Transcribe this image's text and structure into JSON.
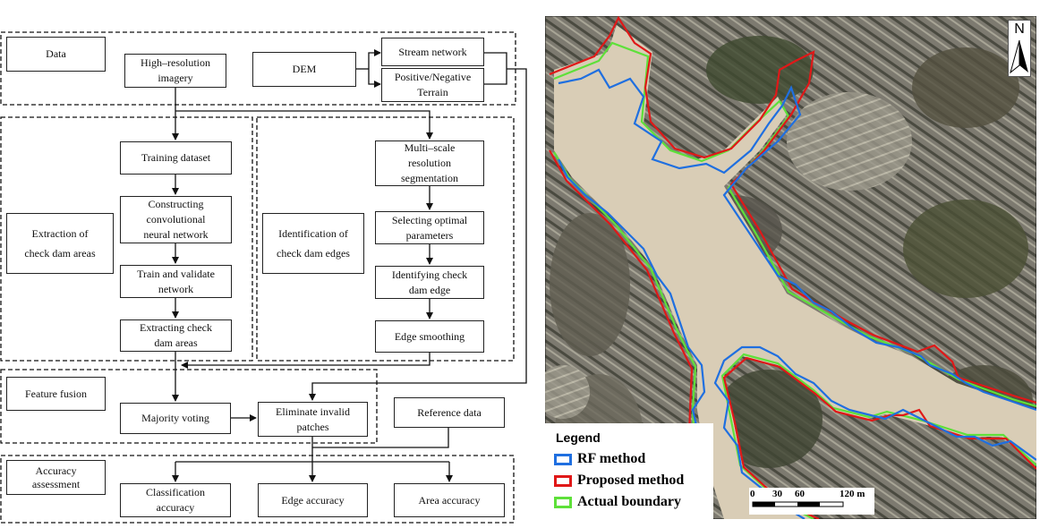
{
  "flowchart": {
    "data_label": "Data",
    "high_res": "High–resolution\nimagery",
    "dem": "DEM",
    "stream_network": "Stream network",
    "pos_neg_terrain": "Positive/Negative\nTerrain",
    "extraction_label": "Extraction of\ncheck dam areas",
    "training_dataset": "Training dataset",
    "constructing_cnn": "Constructing\nconvolutional\nneural network",
    "train_validate": "Train and validate\nnetwork",
    "extracting_areas": "Extracting check\ndam areas",
    "identification_label": "Identification of\ncheck dam edges",
    "multiscale_seg": "Multi–scale\nresolution\nsegmentation",
    "selecting_params": "Selecting optimal\nparameters",
    "identifying_edge": "Identifying check\ndam edge",
    "edge_smoothing": "Edge smoothing",
    "feature_fusion": "Feature fusion",
    "majority_voting": "Majority voting",
    "eliminate_patches": "Eliminate invalid\npatches",
    "reference_data": "Reference data",
    "accuracy_assessment": "Accuracy\nassessment",
    "classification_accuracy": "Classification\naccuracy",
    "edge_accuracy": "Edge accuracy",
    "area_accuracy": "Area accuracy"
  },
  "map": {
    "north": "N",
    "legend_title": "Legend",
    "legend": [
      {
        "label": "RF method",
        "color": "#1f6fe0"
      },
      {
        "label": "Proposed method",
        "color": "#e01818"
      },
      {
        "label": "Actual boundary",
        "color": "#5ee03a"
      }
    ],
    "scale_ticks": [
      "0",
      "30",
      "60",
      "120 m"
    ]
  }
}
